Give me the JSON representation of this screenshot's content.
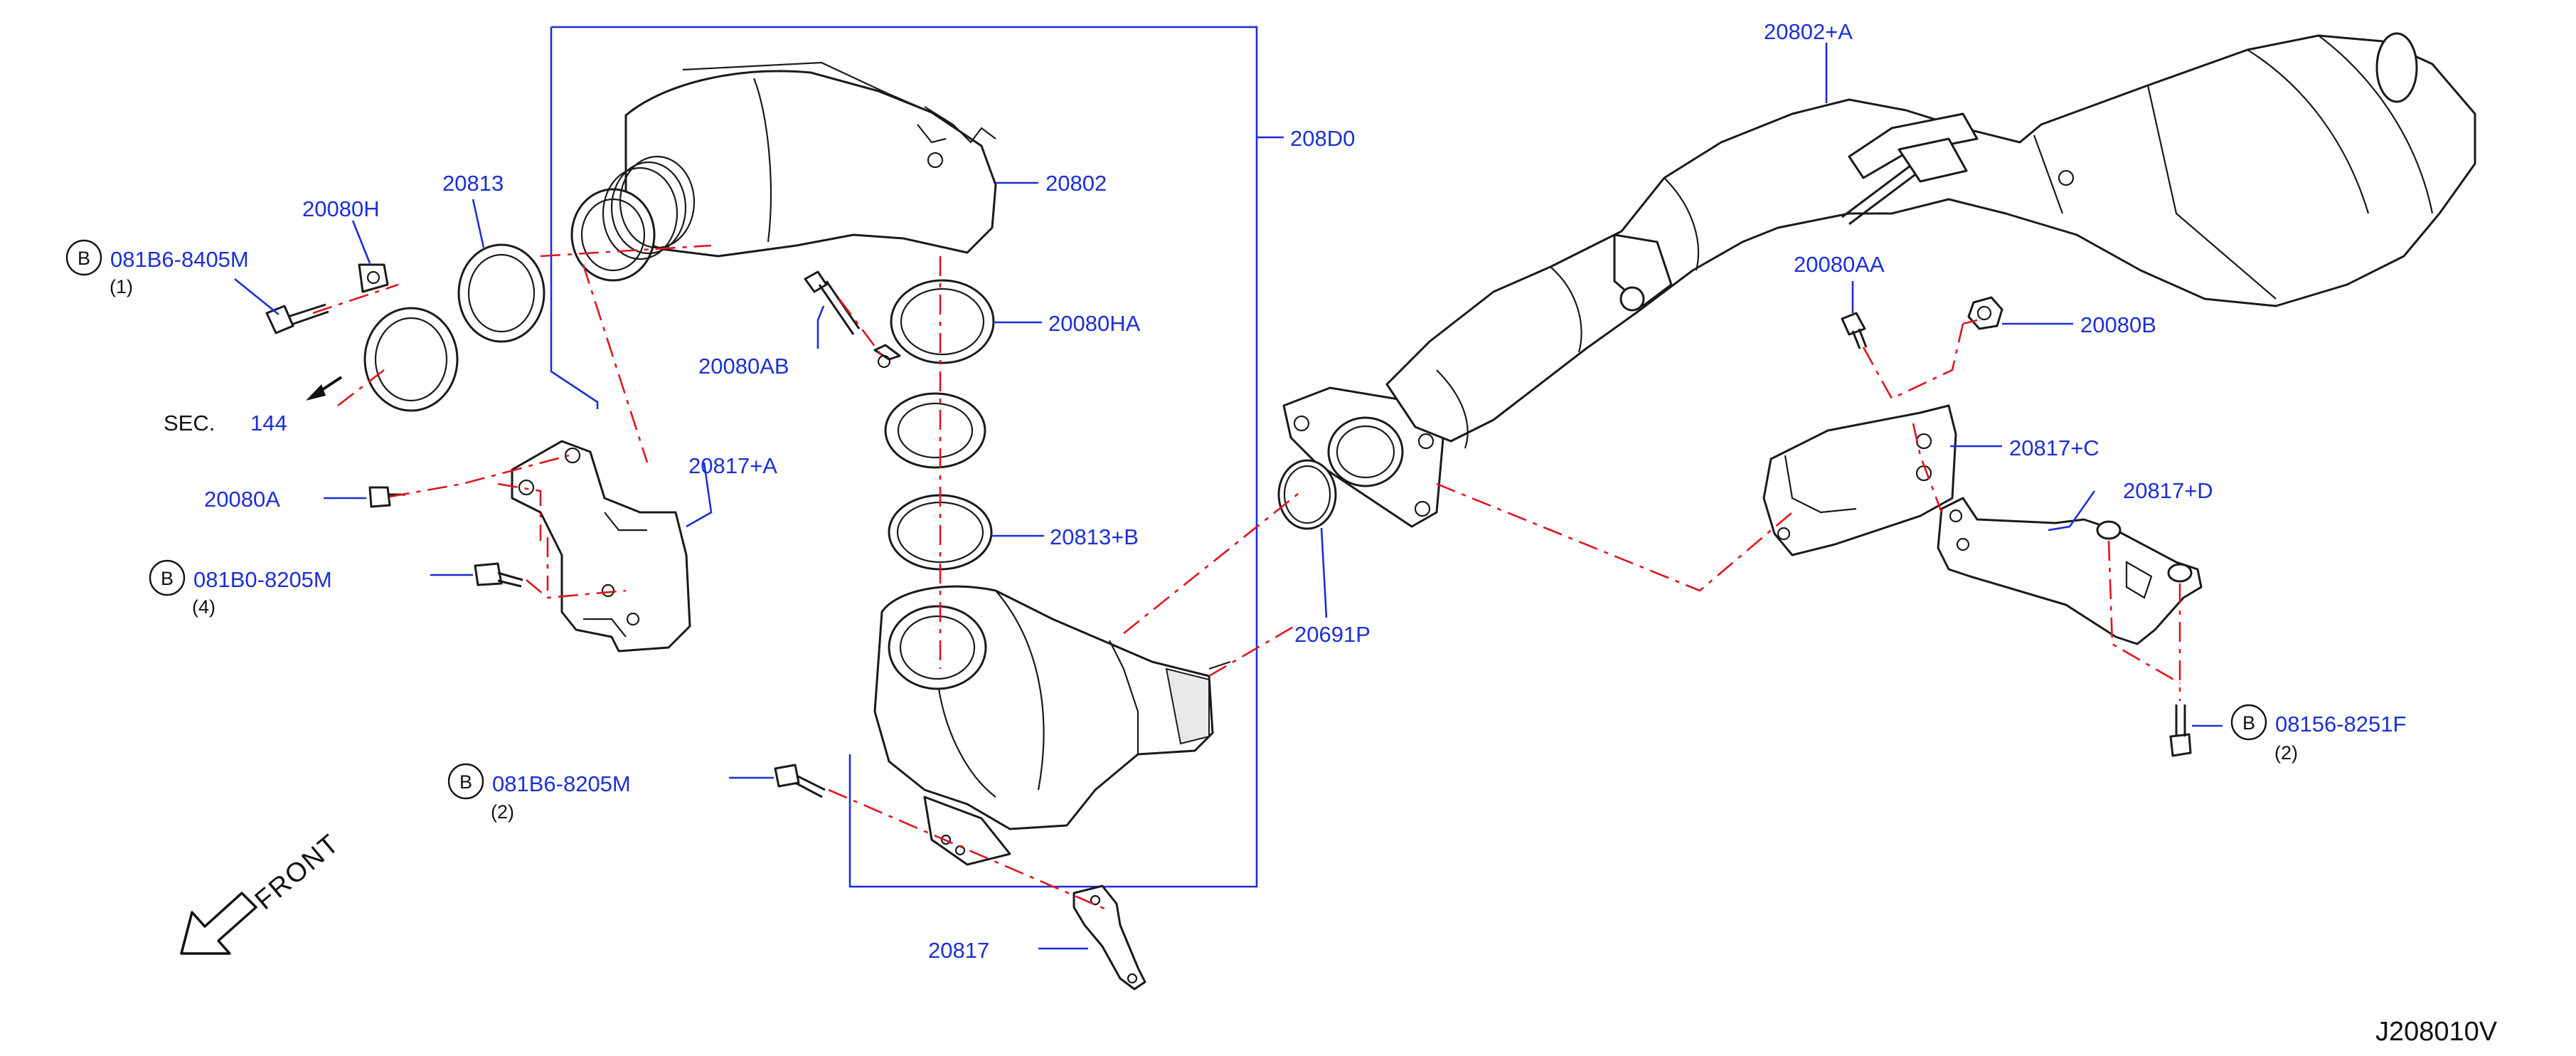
{
  "diagram": {
    "code": "J208010V",
    "front_label": "FRONT",
    "section": {
      "prefix": "SEC.",
      "number": "144"
    },
    "group_box_label": "208D0",
    "bolt_badge": "B",
    "labels": {
      "p20802A": "20802+A",
      "p20802": "20802",
      "p20080H": "20080H",
      "p20813": "20813",
      "p081B6_8405M": "081B6-8405M",
      "q081B6_8405M": "(1)",
      "p20080AB": "20080AB",
      "p20080HA": "20080HA",
      "p20080AA": "20080AA",
      "p20080B": "20080B",
      "p20080A": "20080A",
      "p20817A": "20817+A",
      "p081B0_8205M": "081B0-8205M",
      "q081B0_8205M": "(4)",
      "p20813B": "20813+B",
      "p20817C": "20817+C",
      "p20817D": "20817+D",
      "p20691P": "20691P",
      "p08156_8251F": "08156-8251F",
      "q08156_8251F": "(2)",
      "p081B6_8205M": "081B6-8205M",
      "q081B6_8205M": "(2)",
      "p20817": "20817"
    }
  }
}
